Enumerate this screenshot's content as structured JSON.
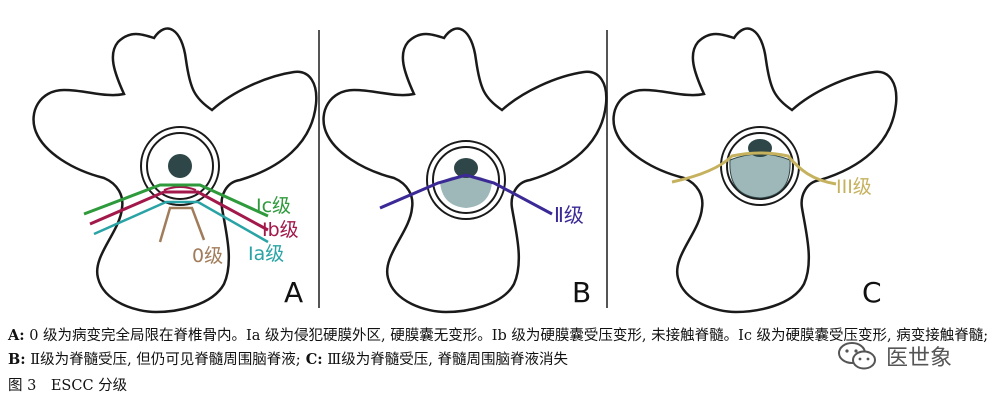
{
  "panels": {
    "a": {
      "letter": "A",
      "labels": {
        "ic": "Ⅰc级",
        "ib": "Ⅰb级",
        "ia": "Ⅰa级",
        "zero": "0级"
      }
    },
    "b": {
      "letter": "B",
      "labels": {
        "ii": "Ⅱ级"
      }
    },
    "c": {
      "letter": "C",
      "labels": {
        "iii": "III级"
      }
    }
  },
  "colors": {
    "outline": "#1a1a1a",
    "ic": "#2e9a3c",
    "ib": "#a2184a",
    "ia": "#2aa3a6",
    "zero": "#a17c5b",
    "ii": "#3b2a96",
    "iii": "#c6b25e",
    "cord": "#2e4647",
    "sac": "#9eb7b8",
    "divider": "#555555"
  },
  "caption": {
    "a_key": "A:",
    "a_text": " 0 级为病变完全局限在脊椎骨内。Ⅰa 级为侵犯硬膜外区, 硬膜囊无变形。Ⅰb 级为硬膜囊受压变形, 未接触脊髓。Ⅰc 级为硬膜囊受压变形, 病变接触脊髓;",
    "b_key": " B:",
    "b_text": " Ⅱ级为脊髓受压, 但仍可见脊髓周围脑脊液;",
    "c_key": " C:",
    "c_text": " Ⅲ级为脊髓受压, 脊髓周围脑脊液消失"
  },
  "figure_label": "图 3　ESCC 分级",
  "watermark": {
    "text": "医世象",
    "icon": "wechat-icon"
  }
}
